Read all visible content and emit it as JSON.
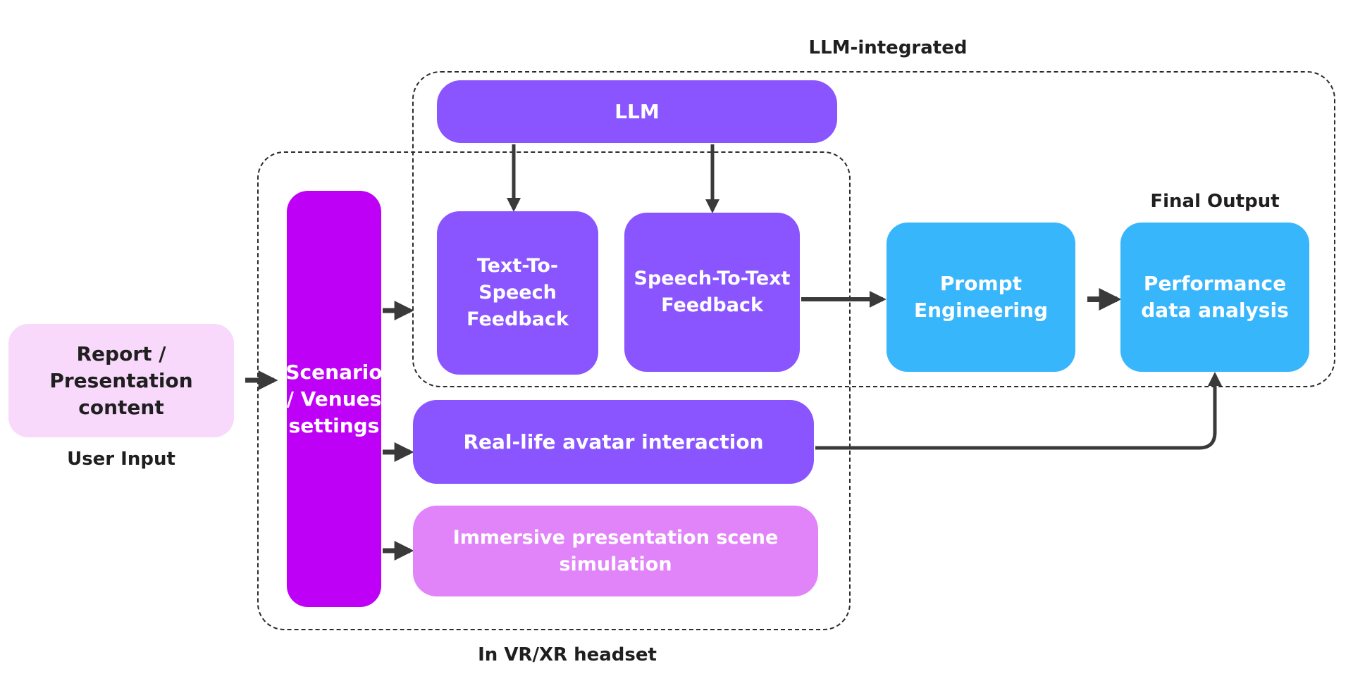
{
  "labels": {
    "llm_integrated": "LLM-integrated",
    "final_output": "Final Output",
    "user_input": "User Input",
    "in_vr_xr_headset": "In VR/XR headset"
  },
  "nodes": {
    "user_input_box": "Report / Presentation content",
    "scenario": "Scenario / Venues settings",
    "llm": "LLM",
    "text_to_speech": "Text-To-Speech Feedback",
    "speech_to_text": "Speech-To-Text Feedback",
    "prompt_engineering": "Prompt Engineering",
    "performance_analysis": "Performance data analysis",
    "avatar_interaction": "Real-life avatar interaction",
    "immersive_simulation": "Immersive presentation scene simulation"
  },
  "colors": {
    "arrow": "#3a3a3a",
    "violet": "#8a55ff",
    "magenta": "#bf00f7",
    "light_pink": "#f8d9fb",
    "orchid": "#e184fa",
    "sky_blue": "#38b6fc"
  }
}
